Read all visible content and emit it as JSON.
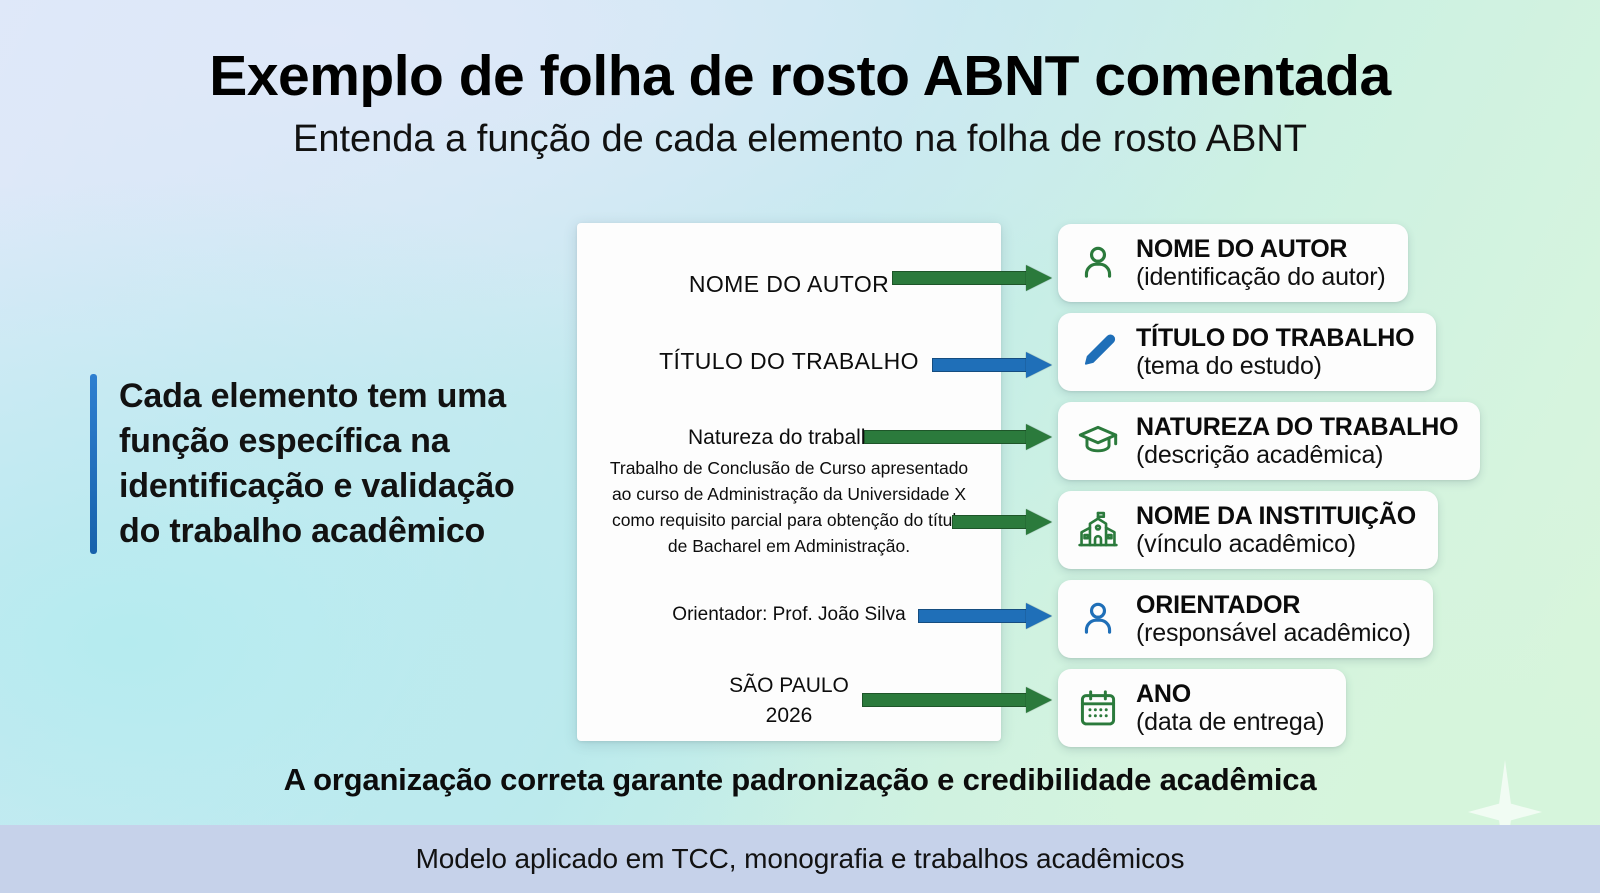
{
  "header": {
    "title": "Exemplo de folha de rosto ABNT comentada",
    "subtitle": "Entenda a função de cada elemento na folha de rosto ABNT"
  },
  "callout": {
    "text": "Cada elemento tem uma função específica na identificação e validação do trabalho acadêmico",
    "bar_color": "#1f6fb8"
  },
  "document_page": {
    "author": "NOME DO AUTOR",
    "work_title": "TÍTULO DO TRABALHO",
    "nature_heading": "Natureza do trabalho:",
    "nature_body": "Trabalho de Conclusão de Curso apresentado ao curso de Administração da Universidade X como requisito parcial para obtenção do título de Bacharel em Administração.",
    "advisor": "Orientador: Prof. João Silva",
    "city": "SÃO PAULO",
    "year": "2026"
  },
  "annotations": [
    {
      "icon": "person-icon",
      "title": "NOME DO AUTOR",
      "subtitle": "(identificação do autor)",
      "color": "#2b7a3c",
      "arrow_color": "green"
    },
    {
      "icon": "pencil-icon",
      "title": "TÍTULO DO TRABALHO",
      "subtitle": "(tema do estudo)",
      "color": "#1f6fb8",
      "arrow_color": "blue"
    },
    {
      "icon": "graduation-cap-icon",
      "title": "NATUREZA DO TRABALHO",
      "subtitle": "(descrição acadêmica)",
      "color": "#2b7a3c",
      "arrow_color": "green"
    },
    {
      "icon": "school-icon",
      "title": "NOME DA INSTITUIÇÃO",
      "subtitle": "(vínculo acadêmico)",
      "color": "#2b7a3c",
      "arrow_color": "green"
    },
    {
      "icon": "person-icon",
      "title": "ORIENTADOR",
      "subtitle": "(responsável acadêmico)",
      "color": "#1f6fb8",
      "arrow_color": "blue"
    },
    {
      "icon": "calendar-icon",
      "title": "ANO",
      "subtitle": "(data de entrega)",
      "color": "#2b7a3c",
      "arrow_color": "green"
    }
  ],
  "bottom": {
    "tagline": "A organização correta garante padronização e credibilidade acadêmica",
    "footer": "Modelo aplicado em TCC, monografia e trabalhos acadêmicos"
  },
  "colors": {
    "green": "#2b7a3c",
    "blue": "#1f6fb8",
    "footer_bg": "#c6d2ea",
    "page_bg": "#fdfdfd"
  }
}
